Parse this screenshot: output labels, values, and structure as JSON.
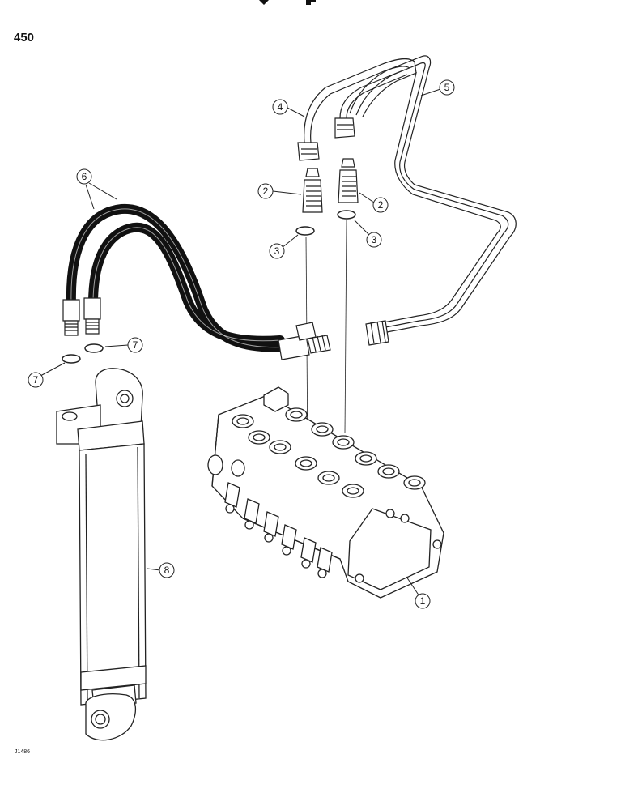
{
  "page": {
    "number": "450",
    "figure_code": "J1486"
  },
  "callouts": [
    {
      "id": "callout-1",
      "label": "1",
      "part": "control-valve"
    },
    {
      "id": "callout-2a",
      "label": "2",
      "part": "fitting"
    },
    {
      "id": "callout-2b",
      "label": "2",
      "part": "fitting"
    },
    {
      "id": "callout-3a",
      "label": "3",
      "part": "o-ring"
    },
    {
      "id": "callout-3b",
      "label": "3",
      "part": "o-ring"
    },
    {
      "id": "callout-4",
      "label": "4",
      "part": "tube"
    },
    {
      "id": "callout-5",
      "label": "5",
      "part": "tube"
    },
    {
      "id": "callout-6",
      "label": "6",
      "part": "hoses"
    },
    {
      "id": "callout-7a",
      "label": "7",
      "part": "o-ring"
    },
    {
      "id": "callout-7b",
      "label": "7",
      "part": "o-ring"
    },
    {
      "id": "callout-8",
      "label": "8",
      "part": "hydraulic-cylinder"
    }
  ]
}
